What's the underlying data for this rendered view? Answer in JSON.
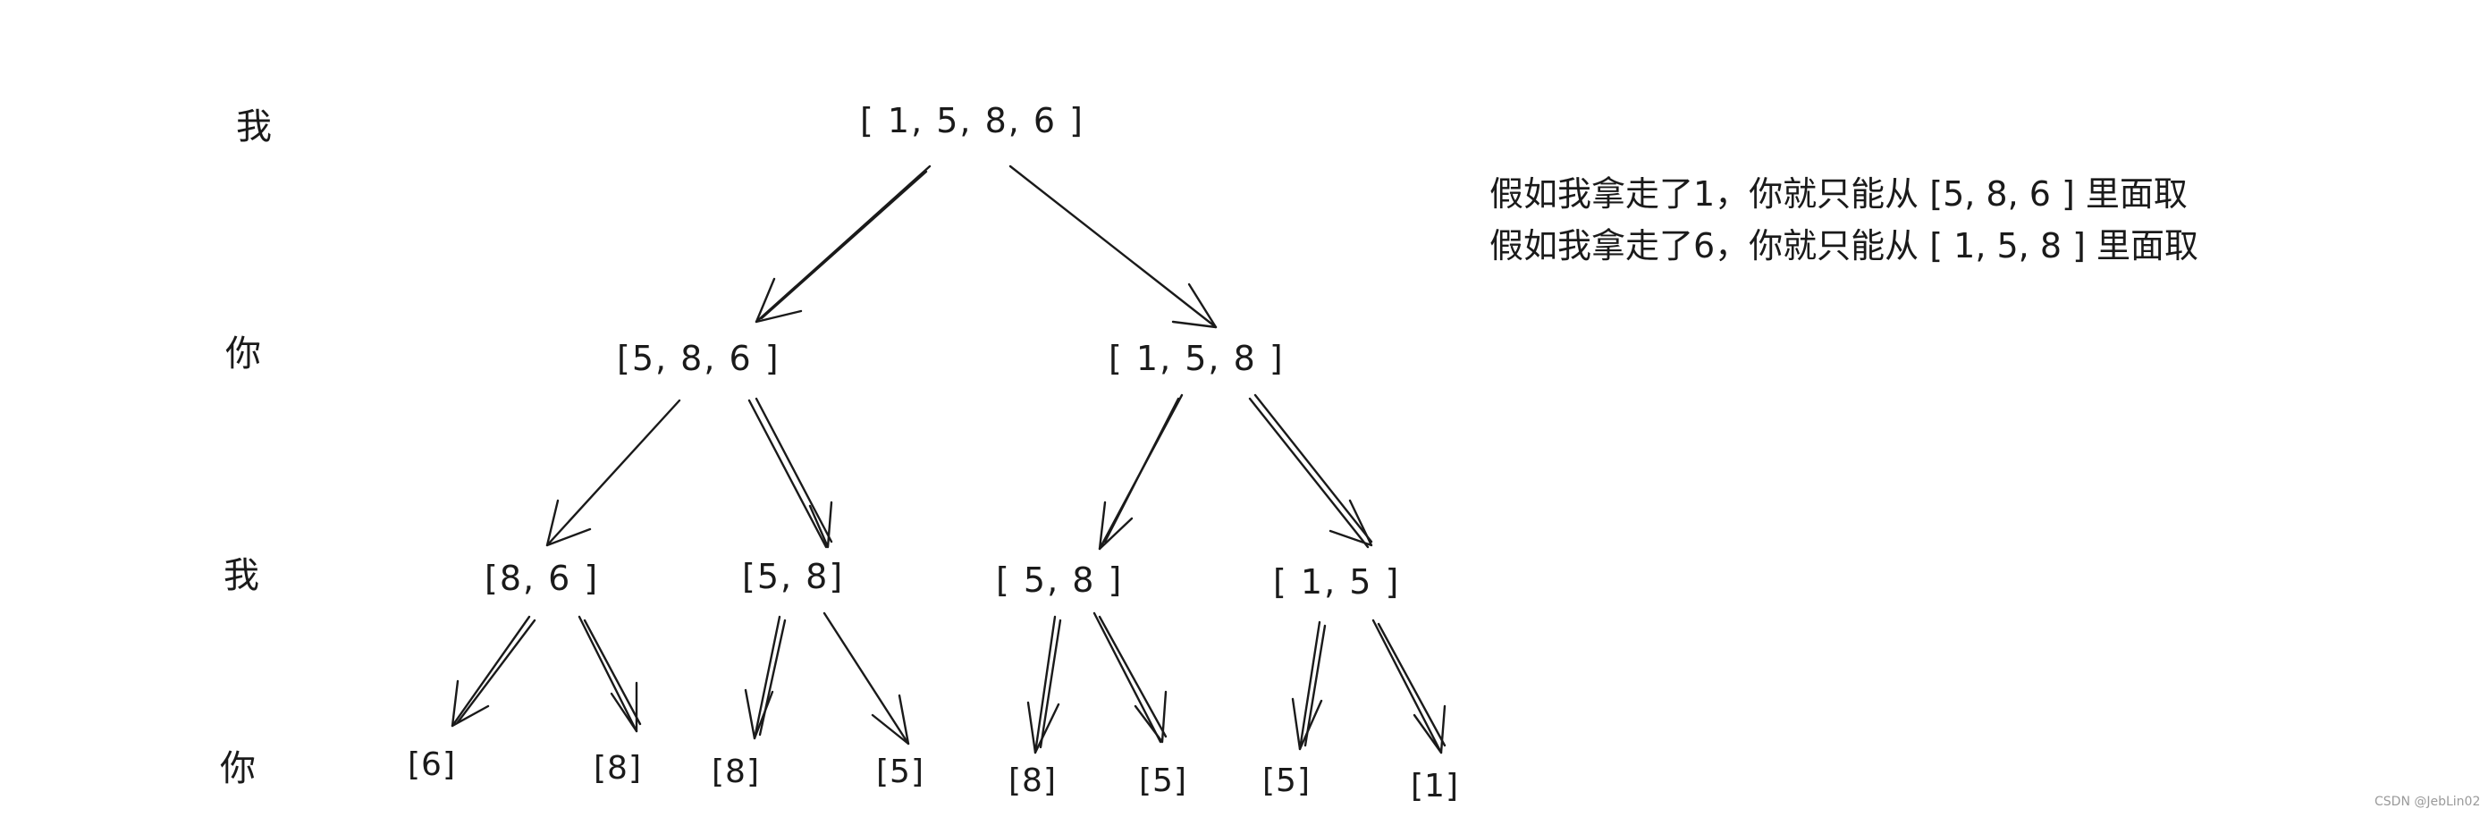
{
  "turn_labels": {
    "level0": "我",
    "level1": "你",
    "level2": "我",
    "level3": "你"
  },
  "tree": {
    "root": "[ 1, 5, 8, 6 ]",
    "level1": [
      "[5, 8, 6 ]",
      "[ 1, 5, 8 ]"
    ],
    "level2": [
      "[8, 6 ]",
      "[5, 8]",
      "[ 5, 8 ]",
      "[ 1, 5 ]"
    ],
    "level3": [
      "[6]",
      "[8]",
      "[8]",
      "[5]",
      "[8]",
      "[5]",
      "[5]",
      "[1]"
    ]
  },
  "notes": {
    "line1": "假如我拿走了1，你就只能从 [5, 8, 6 ] 里面取",
    "line2": "假如我拿走了6，你就只能从 [ 1, 5, 8 ] 里面取"
  },
  "watermark": "CSDN @JebLin02"
}
